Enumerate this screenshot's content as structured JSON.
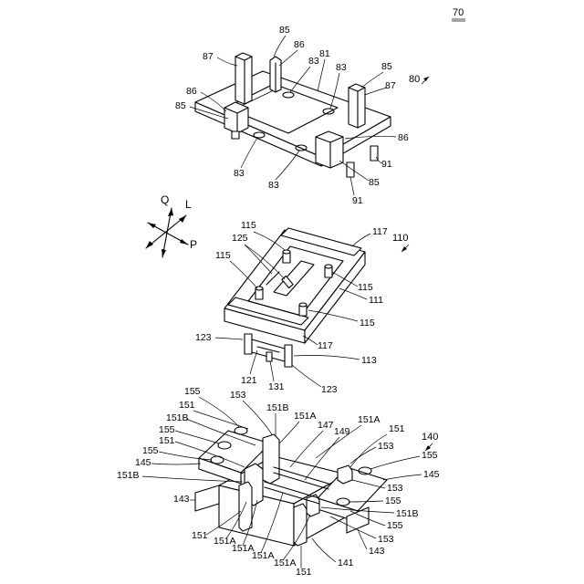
{
  "figure": {
    "number": "70"
  },
  "component_80": {
    "id": "80",
    "labels": [
      "85",
      "86",
      "87",
      "81",
      "83",
      "83",
      "85",
      "87",
      "86",
      "85",
      "83",
      "83",
      "86",
      "85",
      "91",
      "91"
    ]
  },
  "direction": {
    "q": "Q",
    "l": "L",
    "p": "P"
  },
  "component_110": {
    "id": "110",
    "labels": [
      "115",
      "117",
      "125",
      "115",
      "115",
      "111",
      "115",
      "123",
      "117",
      "121",
      "131",
      "113",
      "123"
    ]
  },
  "component_140": {
    "id": "140",
    "labels": [
      "155",
      "153",
      "151B",
      "151A",
      "147",
      "149",
      "151A",
      "151",
      "151",
      "151B",
      "155",
      "151",
      "153",
      "155",
      "155",
      "145",
      "145",
      "151B",
      "153",
      "143",
      "155",
      "151B",
      "151",
      "151A",
      "151A",
      "151A",
      "151A",
      "151",
      "141",
      "143",
      "153",
      "155"
    ]
  }
}
